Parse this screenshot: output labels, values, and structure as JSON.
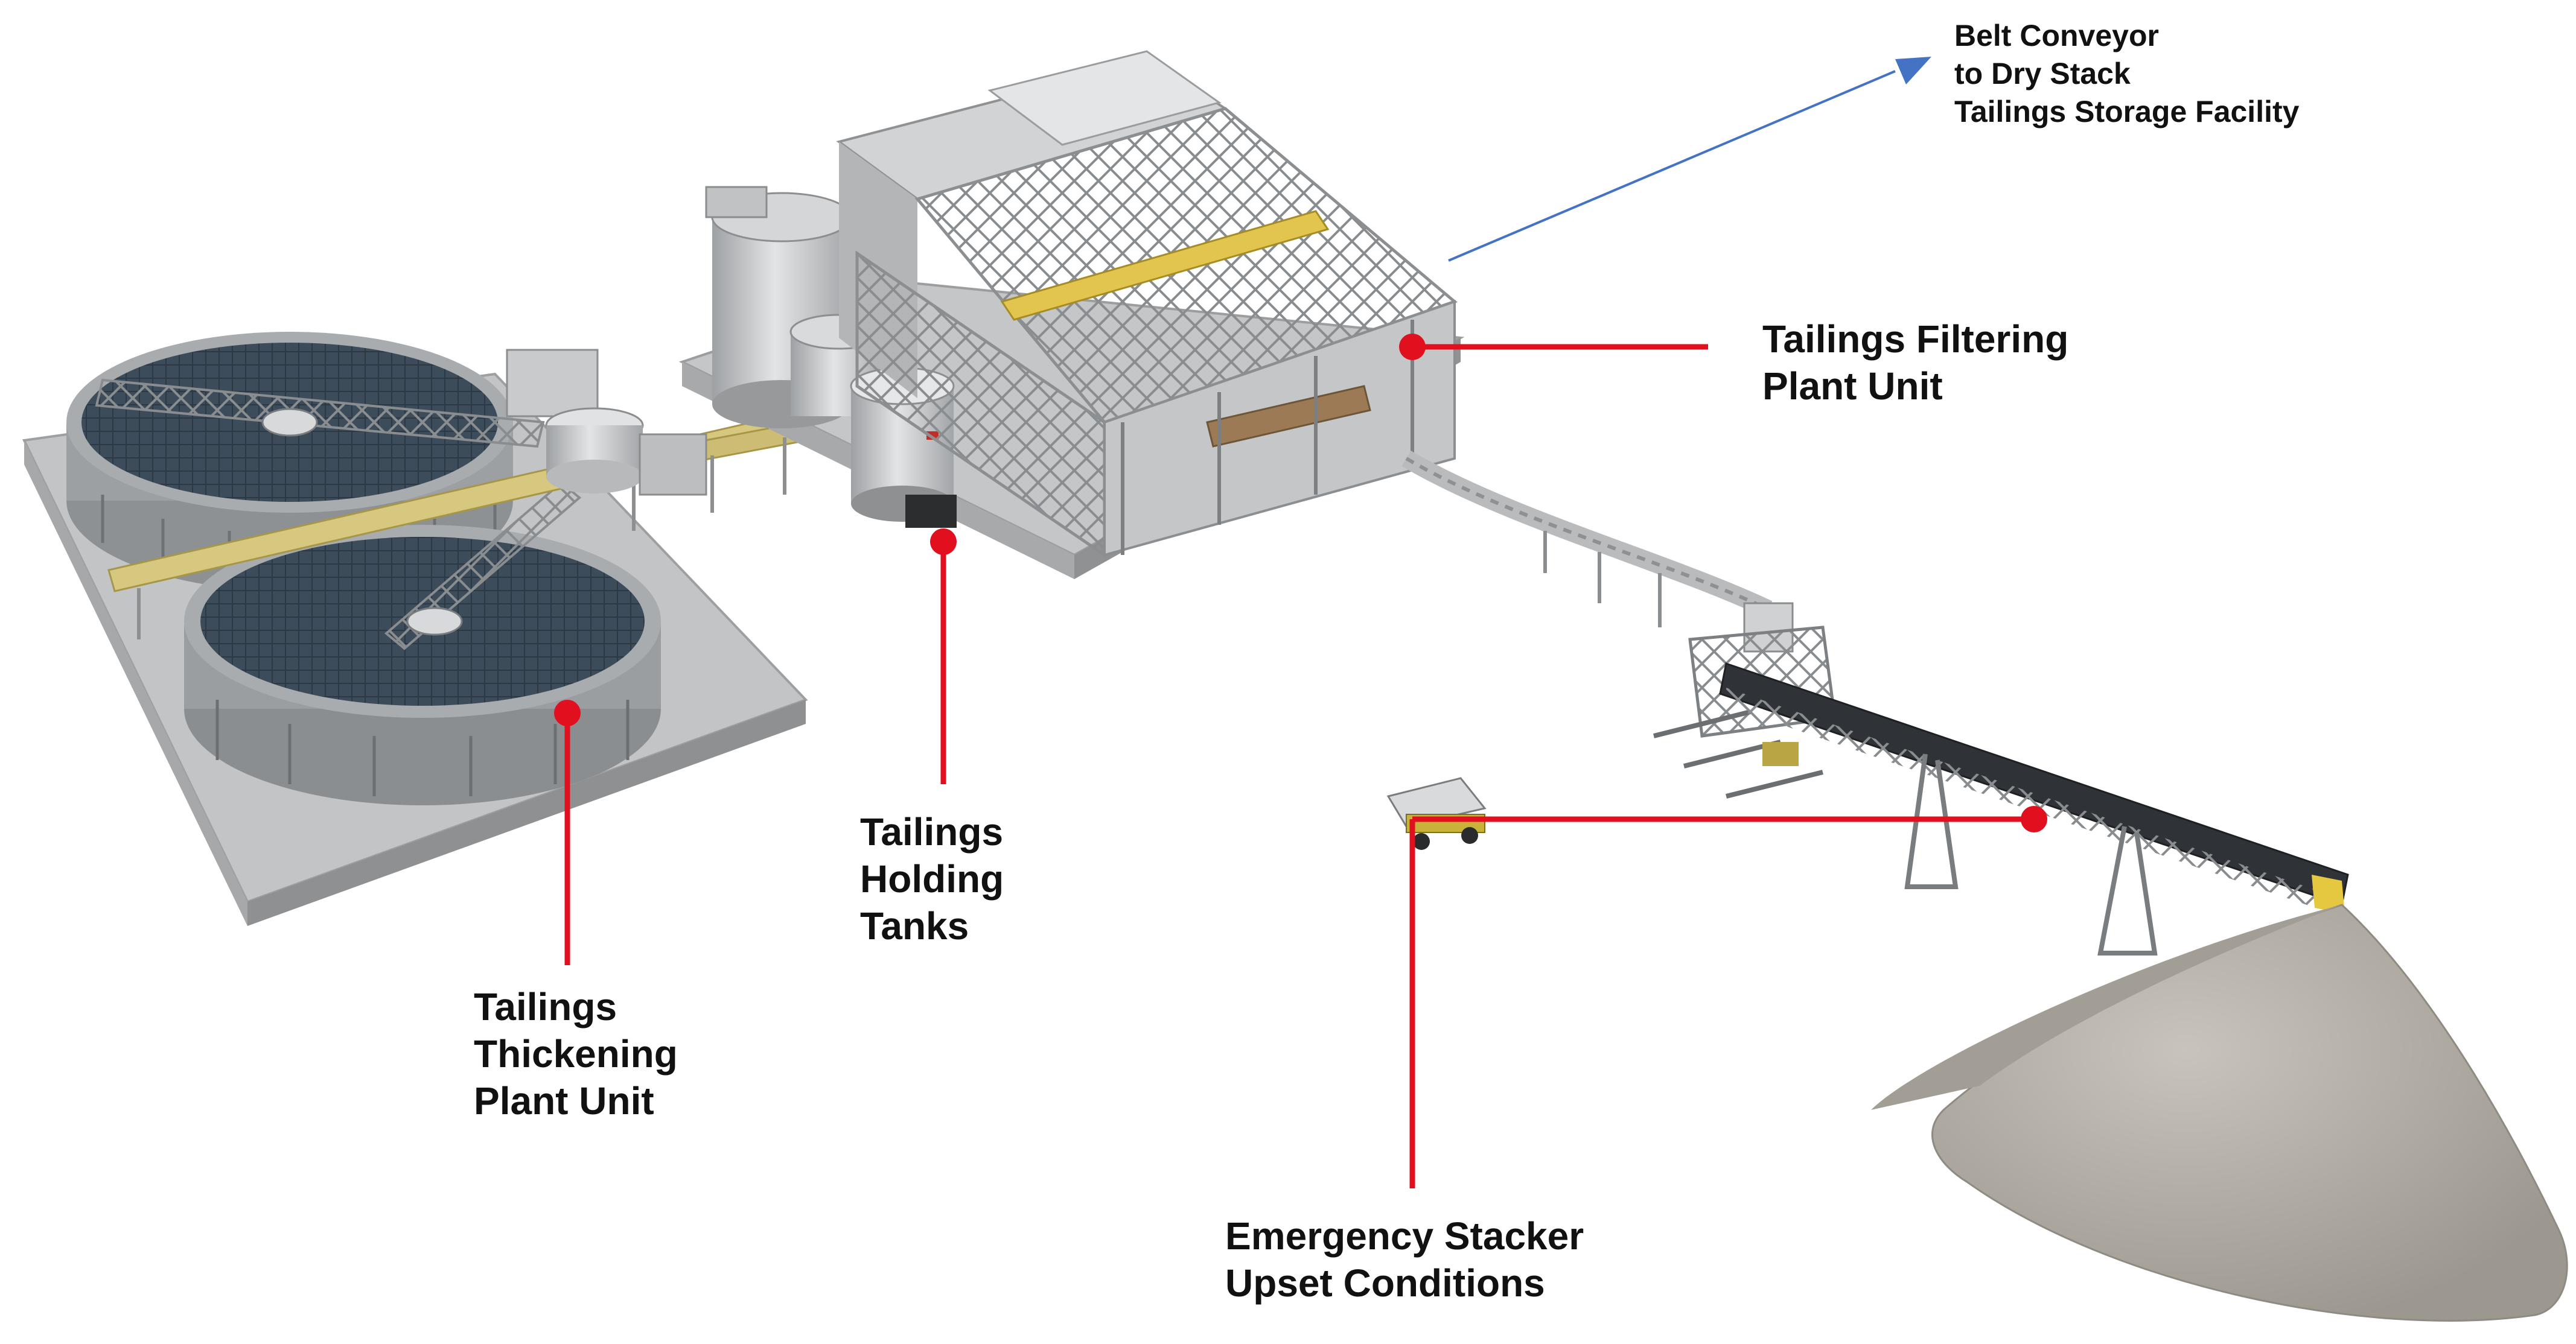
{
  "colors": {
    "callout_line": "#e0101e",
    "arrow": "#4472c4",
    "pool_water": "#3c4b5a",
    "concrete": "#bfc0c1",
    "steel": "#9fa3a7",
    "conveyor_yellow": "#d9c46a",
    "tailings_pile": "#b3aea6"
  },
  "labels": {
    "belt_conveyor": [
      "Belt Conveyor",
      "to Dry Stack",
      "Tailings Storage Facility"
    ],
    "filtering_plant": [
      "Tailings Filtering",
      "Plant Unit"
    ],
    "holding_tanks": [
      "Tailings",
      "Holding",
      "Tanks"
    ],
    "thickening_plant": [
      "Tailings",
      "Thickening",
      "Plant Unit"
    ],
    "emergency_stacker": [
      "Emergency Stacker",
      "Upset Conditions"
    ]
  }
}
